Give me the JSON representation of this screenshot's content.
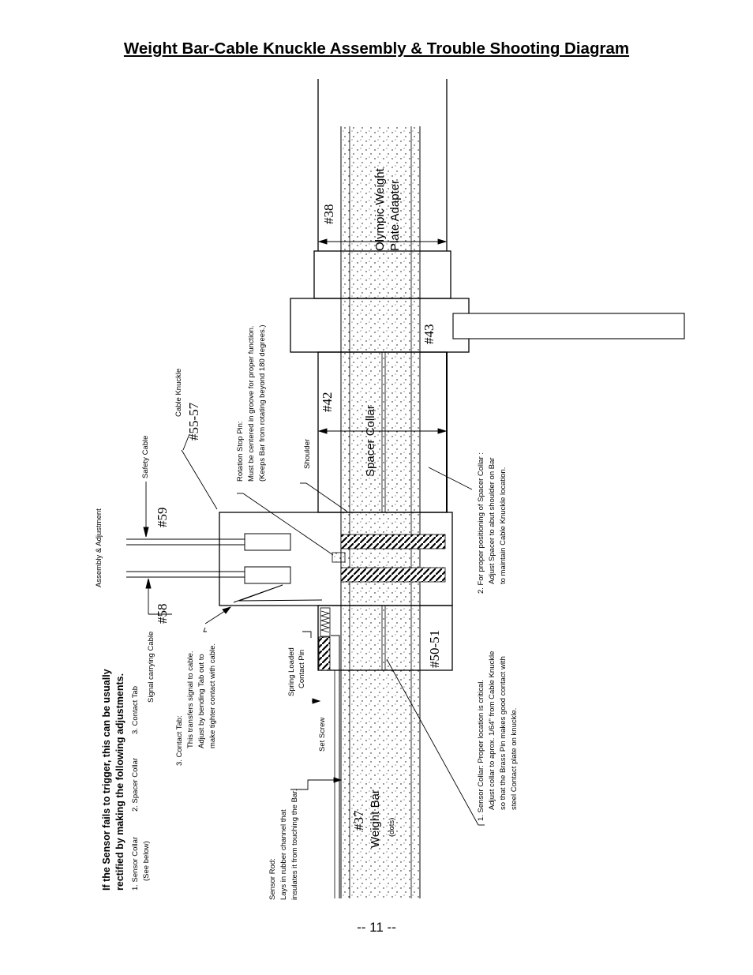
{
  "title": "Weight Bar-Cable Knuckle Assembly & Trouble Shooting Diagram",
  "page_number": "-- 11 --",
  "intro": {
    "line1": "If the Sensor fails to trigger, this can be usually",
    "line2": "rectified by making the following adjustments.",
    "items": {
      "item1": "1. Sensor Collar",
      "item1_note": "(See below)",
      "item2": "2. Spacer Collar",
      "item3": "3. Contact Tab"
    }
  },
  "labels": {
    "assembly_adjustment": "Assembly & Adjustment",
    "signal_cable": "Signal carrying Cable",
    "safety_cable": "Safety Cable",
    "cable_knuckle": "Cable Knuckle",
    "shoulder": "Shoulder",
    "spring_pin": [
      "Spring Loaded",
      "Contact Pin"
    ],
    "set_screw": "Set Screw",
    "olympic_adapter": [
      "Olympic Weight",
      "Plate Adapter"
    ],
    "spacer_collar": "Spacer Collar",
    "weight_bar": "Weight Bar",
    "dots": "(dots)"
  },
  "notes": {
    "contact_tab": [
      "3. Contact Tab:",
      "This transfers signal to cable.",
      "Adjust by bending Tab out to",
      "make tighter contact with cable."
    ],
    "rotation_pin": [
      "Rotation Stop Pin:",
      "Must be centered in groove for proper function.",
      "(Keeps Bar from rotating beyond 180 degrees.)"
    ],
    "sensor_rod": [
      "Sensor Rod:",
      "Lays in rubber channel that",
      "insulates it from touching the Bar."
    ],
    "sensor_collar": [
      "1. Sensor Collar: Proper location is critical.",
      "Adjust collar to aprox. 1/64\" from Cable Knuckle",
      "so that the Brass Pin makes good contact with",
      "steel Contact plate on knuckle."
    ],
    "spacer_collar": [
      "2. For proper positioning of Spacer Collar :",
      "Adjust Spacer to abut shoulder on Bar",
      "to maintain Cable Knuckle location."
    ]
  },
  "parts": {
    "p59": "#59",
    "p58": "#58",
    "p55_57": "#55-57",
    "p42": "#42",
    "p43": "#43",
    "p38": "#38",
    "p50_51": "#50-51",
    "p37": "#37"
  },
  "colors": {
    "ink": "#000000",
    "paper": "#ffffff"
  }
}
